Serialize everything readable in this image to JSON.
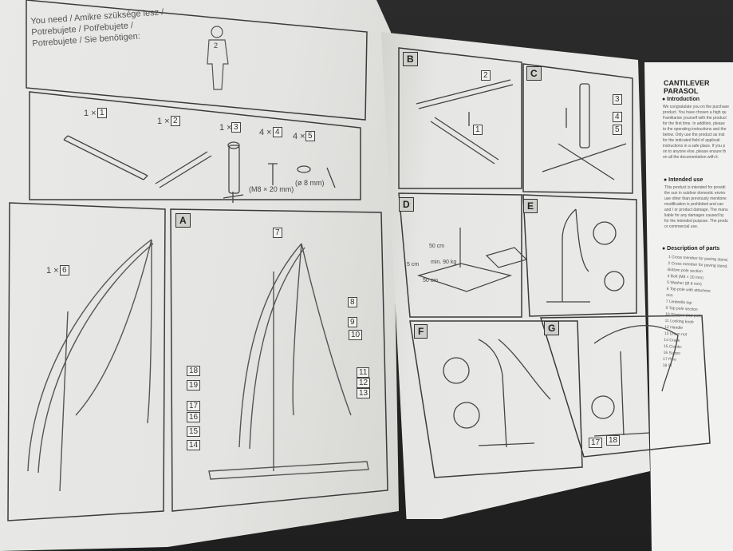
{
  "left_page": {
    "need_text": [
      "You need / Amikre szüksége lesz /",
      "Potrebujete / Potřebujete /",
      "Potrebujete / Sie benötigen:"
    ],
    "person_count": "2",
    "parts": [
      {
        "qty": "1 ×",
        "num": "1"
      },
      {
        "qty": "1 ×",
        "num": "2"
      },
      {
        "qty": "1 ×",
        "num": "3"
      },
      {
        "qty": "4 ×",
        "num": "4"
      },
      {
        "qty": "4 ×",
        "num": "5"
      }
    ],
    "bolt_spec": "(M8 × 20 mm)",
    "washer_spec": "(ø 8 mm)",
    "part6": {
      "qty": "1 ×",
      "num": "6"
    },
    "step_a": "A",
    "callouts_a": [
      "7",
      "8",
      "9",
      "10",
      "11",
      "12",
      "13",
      "14",
      "15",
      "16",
      "17",
      "18",
      "19"
    ]
  },
  "right_page": {
    "steps": [
      "B",
      "C",
      "D",
      "E",
      "F",
      "G"
    ],
    "callouts_b": [
      "2",
      "1"
    ],
    "callouts_c": [
      "3",
      "4",
      "5"
    ],
    "dims_d": [
      "50 cm",
      "min. 90 kg",
      "50 cm",
      "5 cm"
    ],
    "callouts_g": [
      "17",
      "18"
    ]
  },
  "leaflet": {
    "title": "CANTILEVER PARASOL",
    "sections": [
      "● Introduction",
      "● Intended use",
      "● Description of parts"
    ],
    "intro_lines": [
      "We congratulate you on the purchase",
      "product. You have chosen a high qu",
      "Familiarise yourself with the product",
      "for the first time. In addition, please",
      "to the operating instructions and the",
      "below. Only use the product as inst",
      "for the indicated field of applicati",
      "instructions in a safe place. If you p",
      "on to anyone else, please ensure th",
      "on all the documentation with it."
    ],
    "use_lines": [
      "This product is intended for providi",
      "the sun in outdoor domestic enviro",
      "use other than previously mentione",
      "modification is prohibited and can",
      "and / or product damage. The manu",
      "liable for any damages caused by",
      "for the intended purpose. The produ",
      "or commercial use."
    ],
    "parts_lines": [
      "1 Cross member for paving stand,",
      "2 Cross member for paving stand,",
      "  Bottom pole section",
      "4 Bolt (M8 × 20 mm)",
      "5 Washer (Ø 8 mm)",
      "6 Top pole with attachme",
      "  mm",
      "7 Umbrella top",
      "9 Top pole section",
      "10 Stopper (top pole",
      "11 Locking knob",
      "12 Handle",
      "13 Union nut",
      "14 Crank",
      "15 Crankc",
      "16 Suppo",
      "17 Pivo",
      "18 Sl"
    ]
  }
}
